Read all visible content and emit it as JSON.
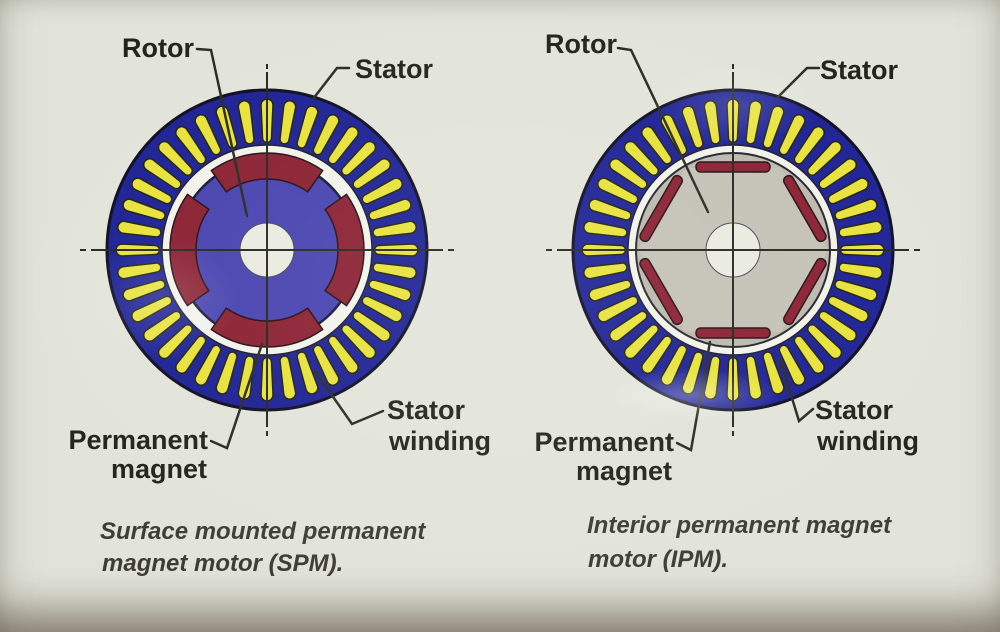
{
  "diagram": {
    "type": "permanent-magnet-motor-comparison",
    "panels": [
      {
        "id": "spm",
        "labels": {
          "rotor": "Rotor",
          "stator": "Stator",
          "permanent_magnet": [
            "Permanent",
            "magnet"
          ],
          "stator_winding": [
            "Stator",
            "winding"
          ]
        },
        "caption": [
          "Surface mounted permanent",
          "magnet motor (SPM)."
        ]
      },
      {
        "id": "ipm",
        "labels": {
          "rotor": "Rotor",
          "stator": "Stator",
          "permanent_magnet": [
            "Permanent",
            "magnet"
          ],
          "stator_winding": [
            "Stator",
            "winding"
          ]
        },
        "caption": [
          "Interior permanent magnet",
          "motor (IPM)."
        ]
      }
    ],
    "geometry": {
      "stator_slots": 40,
      "spm_surface_magnet_poles": 4,
      "ipm_interior_magnet_bars": 6
    },
    "colors": {
      "background": "#e2e4da",
      "stator_core": "#1c2094",
      "stator_outline": "#0d0d20",
      "stator_winding": "#e7e23a",
      "winding_outline": "#20200f",
      "air_gap": "#f1f2ea",
      "spm_rotor": "#4742af",
      "rotor_outline": "#16163a",
      "magnet": "#8a1f31",
      "magnet_outline": "#260d13",
      "ipm_rotor": "#bbb8ad",
      "ipm_rotor_light": "#c4c1b6",
      "shaft_bore": "#e9ebe1",
      "ink": "#26261f"
    }
  }
}
